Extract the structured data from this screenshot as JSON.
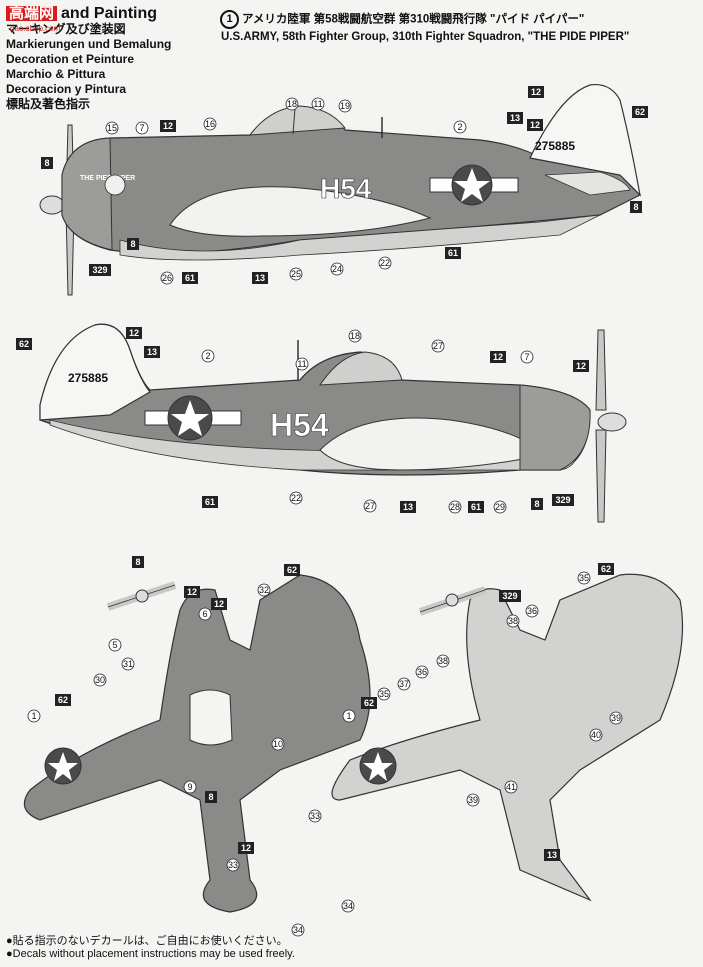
{
  "header": {
    "logo": "高端网",
    "site": "gao.shop.com",
    "title_en": "and Painting",
    "title_lines": [
      "マーキング及び塗装図",
      "Markierungen und Bemalung",
      "Decoration et Peinture",
      "Marchio & Pittura",
      "Decoracion y Pintura",
      "標貼及著色指示"
    ],
    "scheme_number": "1",
    "scheme_jp": "アメリカ陸軍 第58戦闘航空群 第310戦闘飛行隊 \"パイド パイパー\"",
    "scheme_en": "U.S.ARMY, 58th Fighter Group, 310th Fighter Squadron, \"THE PIDE PIPER\""
  },
  "aircraft": {
    "code": "H54",
    "serial": "275885",
    "nose_art": "THE PIED PIPER"
  },
  "callouts_left_side": [
    "18",
    "11",
    "19",
    "12",
    "13",
    "2",
    "62",
    "12",
    "15",
    "7",
    "12",
    "16",
    "8",
    "8",
    "329",
    "8",
    "26",
    "61",
    "13",
    "25",
    "24",
    "22",
    "61"
  ],
  "callouts_right_side": [
    "62",
    "12",
    "13",
    "2",
    "11",
    "18",
    "27",
    "12",
    "7",
    "12",
    "61",
    "22",
    "27",
    "13",
    "28",
    "61",
    "29",
    "8",
    "329"
  ],
  "callouts_top": [
    "8",
    "12",
    "12",
    "62",
    "6",
    "32",
    "5",
    "31",
    "30",
    "62",
    "1",
    "10",
    "9",
    "8",
    "33",
    "12",
    "33",
    "34",
    "34"
  ],
  "callouts_bottom": [
    "329",
    "35",
    "62",
    "36",
    "38",
    "38",
    "36",
    "37",
    "35",
    "62",
    "1",
    "39",
    "40",
    "39",
    "41",
    "13"
  ],
  "footer": {
    "jp": "●貼る指示のないデカールは、ご自由にお使いください。",
    "en": "●Decals without placement instructions may be used freely."
  },
  "colors": {
    "upper": "#8a8a88",
    "lower": "#d2d2d0",
    "tail_white": "#f6f6f4",
    "nose": "#9c9c9a",
    "insignia_blue": "#4a4a4a"
  }
}
